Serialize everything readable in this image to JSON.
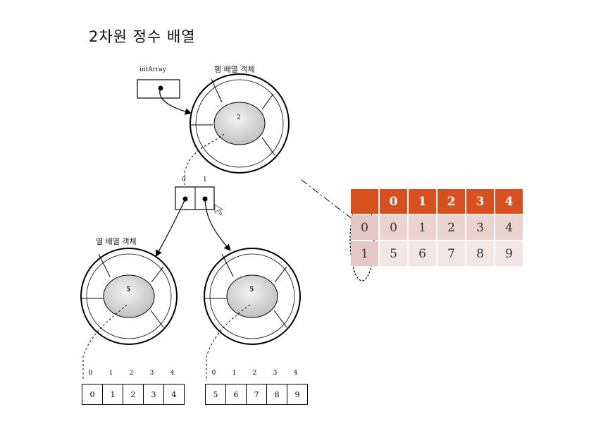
{
  "title": "2차원 정수 배열",
  "labels": {
    "var_name": "intArray",
    "row_object": "행 배열 객체",
    "col_object": "열 배열 객체"
  },
  "row_object_length": "2",
  "ref_indices": [
    "0",
    "1"
  ],
  "col_objects": [
    {
      "length": "5",
      "indices": [
        "0",
        "1",
        "2",
        "3",
        "4"
      ],
      "values": [
        "0",
        "1",
        "2",
        "3",
        "4"
      ]
    },
    {
      "length": "5",
      "indices": [
        "0",
        "1",
        "2",
        "3",
        "4"
      ],
      "values": [
        "5",
        "6",
        "7",
        "8",
        "9"
      ]
    }
  ],
  "grid": {
    "header": [
      "",
      "0",
      "1",
      "2",
      "3",
      "4"
    ],
    "rows": [
      [
        "0",
        "0",
        "1",
        "2",
        "3",
        "4"
      ],
      [
        "1",
        "5",
        "6",
        "7",
        "8",
        "9"
      ]
    ]
  },
  "colors": {
    "header": "#d9501f",
    "row_a": "#ead3d1",
    "row_b": "#f3e6e5"
  }
}
